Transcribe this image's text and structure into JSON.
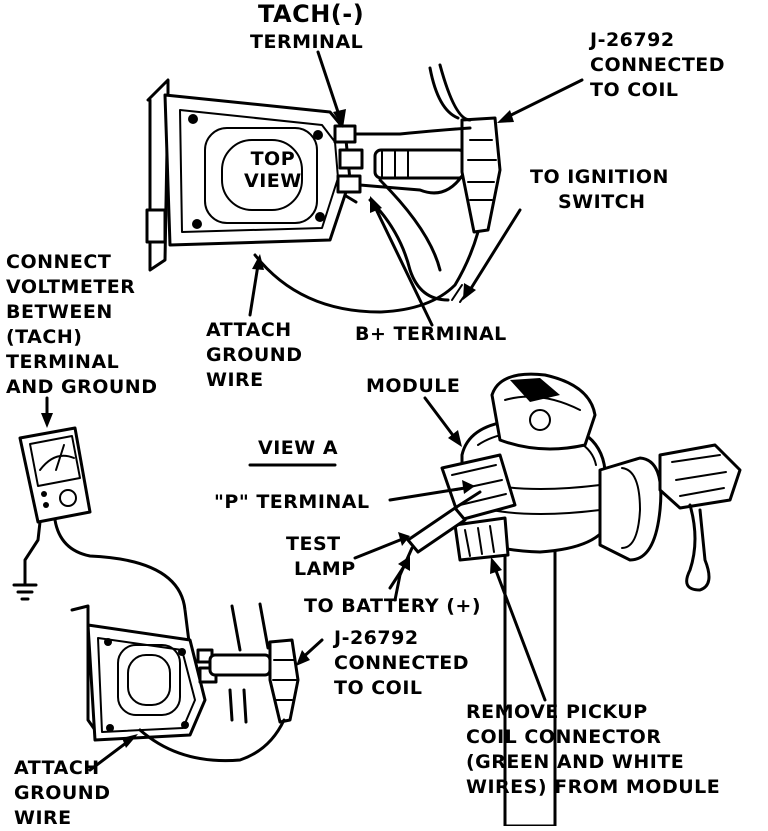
{
  "labels": {
    "tach_line1": "TACH(-)",
    "tach_line2": "TERMINAL",
    "jtool_top_line1": "J-26792",
    "jtool_top_line2": "CONNECTED",
    "jtool_top_line3": "TO COIL",
    "ignition_line1": "TO IGNITION",
    "ignition_line2": "SWITCH",
    "top_view_line1": "TOP",
    "top_view_line2": "VIEW",
    "voltmeter_line1": "CONNECT",
    "voltmeter_line2": "VOLTMETER",
    "voltmeter_line3": "BETWEEN",
    "voltmeter_line4": "(TACH)",
    "voltmeter_line5": "TERMINAL",
    "voltmeter_line6": "AND GROUND",
    "ground_top_line1": "ATTACH",
    "ground_top_line2": "GROUND",
    "ground_top_line3": "WIRE",
    "bplus": "B+ TERMINAL",
    "module": "MODULE",
    "view_a": "VIEW A",
    "p_terminal": "\"P\" TERMINAL",
    "test_lamp_line1": "TEST",
    "test_lamp_line2": "LAMP",
    "battery": "TO BATTERY (+)",
    "jtool_bottom_line1": "J-26792",
    "jtool_bottom_line2": "CONNECTED",
    "jtool_bottom_line3": "TO COIL",
    "pickup_line1": "REMOVE PICKUP",
    "pickup_line2": "COIL CONNECTOR",
    "pickup_line3": "(GREEN AND WHITE",
    "pickup_line4": "WIRES) FROM MODULE",
    "ground_bottom_line1": "ATTACH",
    "ground_bottom_line2": "GROUND",
    "ground_bottom_line3": "WIRE"
  }
}
